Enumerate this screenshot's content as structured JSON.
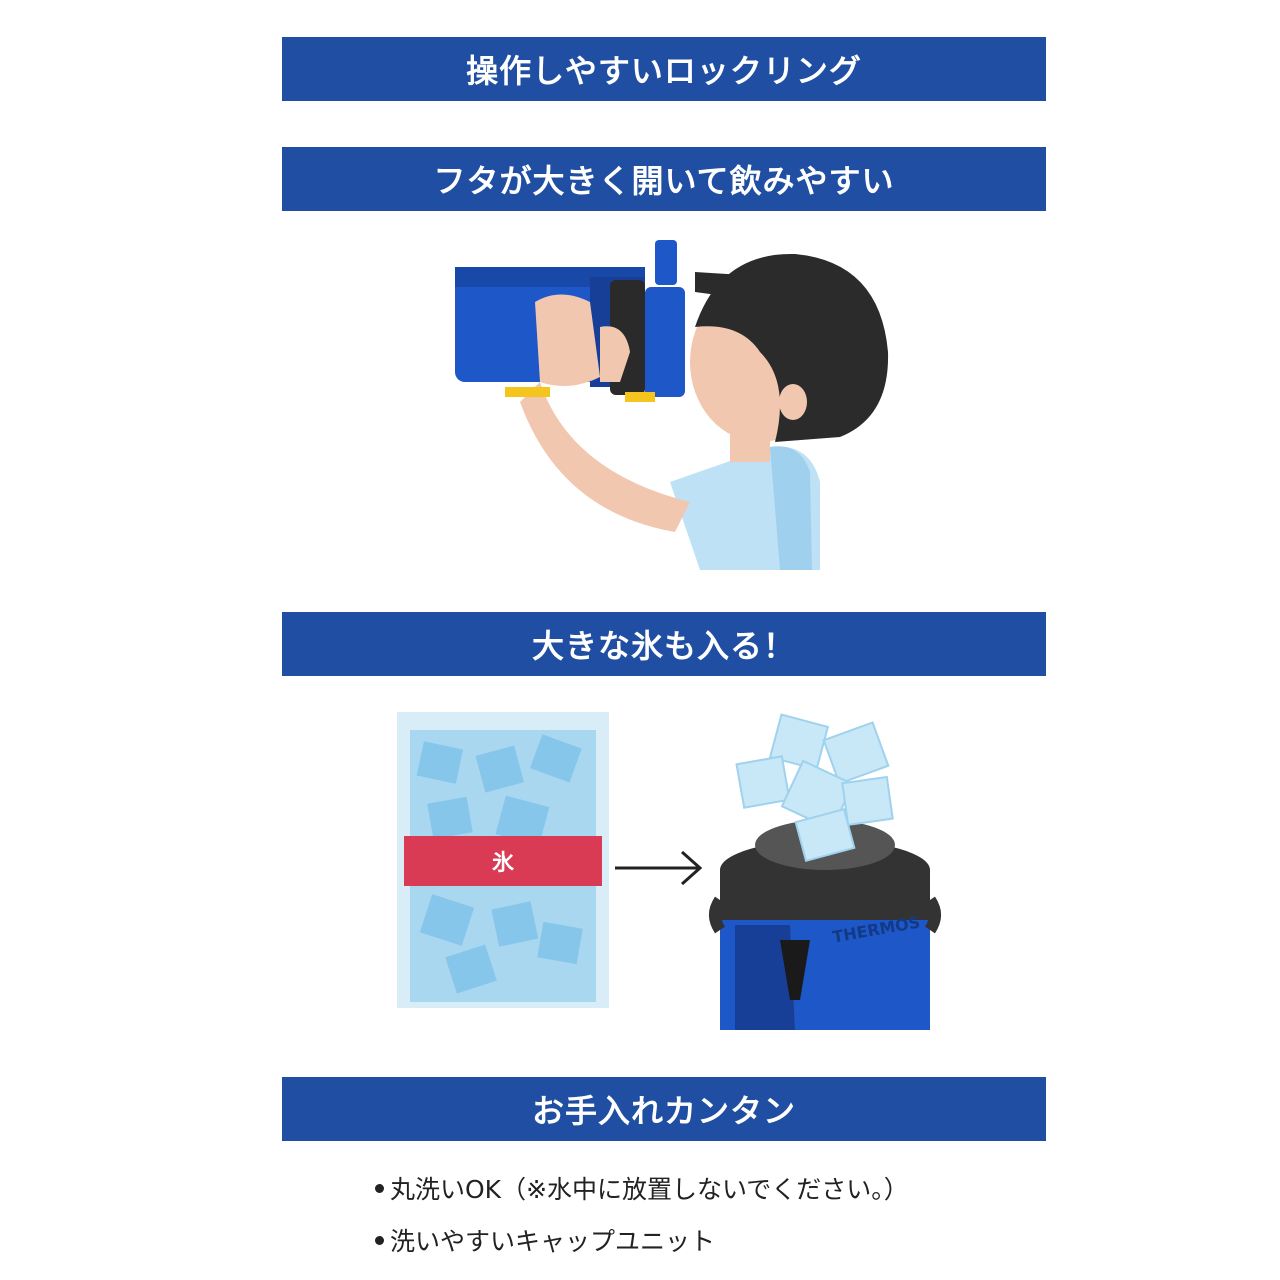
{
  "sections": [
    {
      "title": "操作しやすいロックリング"
    },
    {
      "title": "フタが大きく開いて飲みやすい"
    },
    {
      "title": "大きな氷も入る！"
    },
    {
      "title": "お手入れカンタン"
    }
  ],
  "ice_bag": {
    "label": "氷"
  },
  "bottle": {
    "brand": "THERMOS"
  },
  "features": [
    "丸洗いOK（※水中に放置しないでください。）",
    "洗いやすいキャップユニット"
  ],
  "colors": {
    "banner": "#1f4ea3",
    "bottle_blue": "#1e57c8",
    "ice_label": "#d93a54"
  }
}
